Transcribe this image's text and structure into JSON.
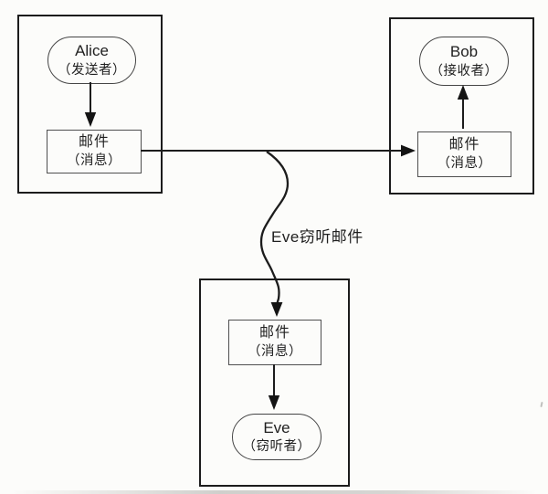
{
  "diagram": {
    "nodes": {
      "alice": {
        "name": "Alice",
        "role": "（发送者）",
        "box_line1": "邮件",
        "box_line2": "（消息）"
      },
      "bob": {
        "name": "Bob",
        "role": "（接收者）",
        "box_line1": "邮件",
        "box_line2": "（消息）"
      },
      "eve": {
        "name": "Eve",
        "role": "（窃听者）",
        "box_line1": "邮件",
        "box_line2": "（消息）"
      }
    },
    "edges": {
      "eavesdrop_label": "Eve窃听邮件"
    },
    "colors": {
      "background": "#fcfcfa",
      "line": "#1c1c1c",
      "text": "#1f1f1f"
    }
  }
}
